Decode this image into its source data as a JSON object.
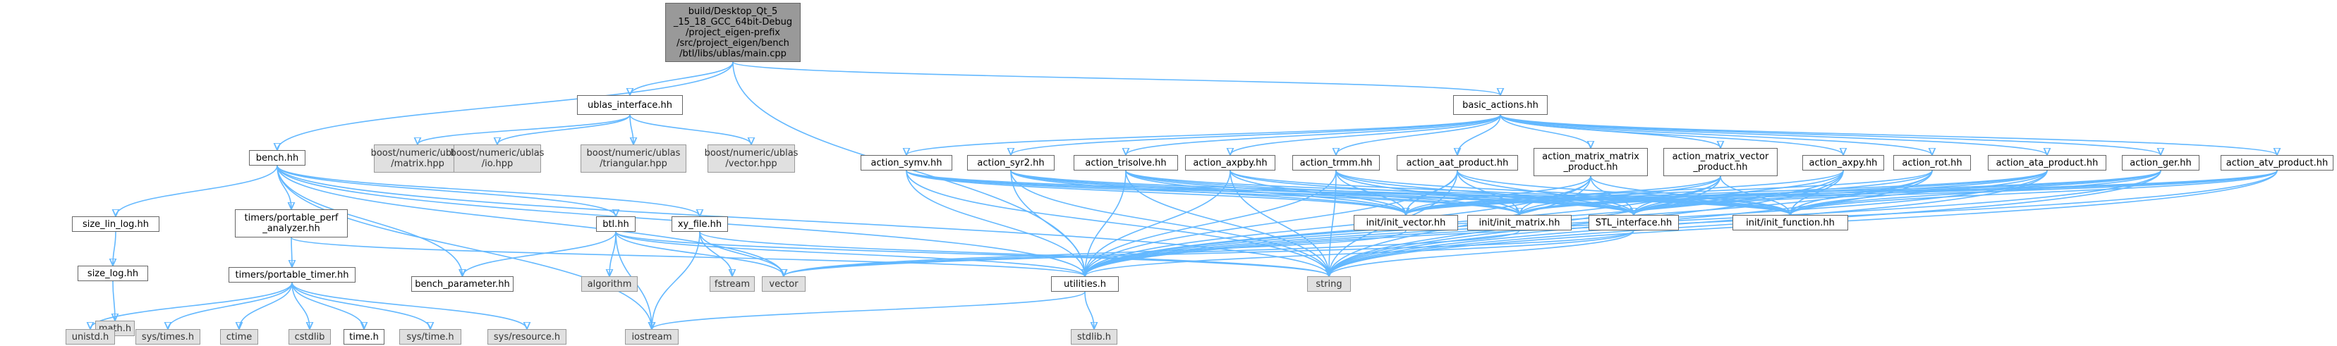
{
  "diagram": {
    "title": "",
    "nodes": [
      {
        "id": "main",
        "label": "build/Desktop_Qt_5\n_15_18_GCC_64bit-Debug\n/project_eigen-prefix\n/src/project_eigen/bench\n/btl/libs/ublas/main.cpp",
        "kind": "root"
      },
      {
        "id": "ublas_interface",
        "label": "ublas_interface.hh",
        "kind": "file"
      },
      {
        "id": "basic_actions",
        "label": "basic_actions.hh",
        "kind": "file"
      },
      {
        "id": "bench",
        "label": "bench.hh",
        "kind": "file"
      },
      {
        "id": "ub_matrix",
        "label": "boost/numeric/ublas\n/matrix.hpp",
        "kind": "external"
      },
      {
        "id": "ub_io",
        "label": "boost/numeric/ublas\n/io.hpp",
        "kind": "external"
      },
      {
        "id": "ub_triangular",
        "label": "boost/numeric/ublas\n/triangular.hpp",
        "kind": "external"
      },
      {
        "id": "ub_vector",
        "label": "boost/numeric/ublas\n/vector.hpp",
        "kind": "external"
      },
      {
        "id": "size_lin_log",
        "label": "size_lin_log.hh",
        "kind": "file"
      },
      {
        "id": "size_log",
        "label": "size_log.hh",
        "kind": "file"
      },
      {
        "id": "math_h",
        "label": "math.h",
        "kind": "external"
      },
      {
        "id": "portable_perf",
        "label": "timers/portable_perf\n_analyzer.hh",
        "kind": "file"
      },
      {
        "id": "portable_timer",
        "label": "timers/portable_timer.hh",
        "kind": "file"
      },
      {
        "id": "btl",
        "label": "btl.hh",
        "kind": "file"
      },
      {
        "id": "xy_file",
        "label": "xy_file.hh",
        "kind": "file"
      },
      {
        "id": "bench_parameter",
        "label": "bench_parameter.hh",
        "kind": "file"
      },
      {
        "id": "algorithm",
        "label": "algorithm",
        "kind": "external"
      },
      {
        "id": "fstream",
        "label": "fstream",
        "kind": "external"
      },
      {
        "id": "vector",
        "label": "vector",
        "kind": "external"
      },
      {
        "id": "utilities",
        "label": "utilities.h",
        "kind": "file"
      },
      {
        "id": "string",
        "label": "string",
        "kind": "external"
      },
      {
        "id": "iostream",
        "label": "iostream",
        "kind": "external"
      },
      {
        "id": "stdlib_h",
        "label": "stdlib.h",
        "kind": "external"
      },
      {
        "id": "unistd_h",
        "label": "unistd.h",
        "kind": "external"
      },
      {
        "id": "sys_times_h",
        "label": "sys/times.h",
        "kind": "external"
      },
      {
        "id": "ctime",
        "label": "ctime",
        "kind": "external"
      },
      {
        "id": "cstdlib",
        "label": "cstdlib",
        "kind": "external"
      },
      {
        "id": "time_h",
        "label": "time.h",
        "kind": "file"
      },
      {
        "id": "sys_time_h",
        "label": "sys/time.h",
        "kind": "external"
      },
      {
        "id": "sys_resource_h",
        "label": "sys/resource.h",
        "kind": "external"
      },
      {
        "id": "action_symv",
        "label": "action_symv.hh",
        "kind": "file"
      },
      {
        "id": "action_syr2",
        "label": "action_syr2.hh",
        "kind": "file"
      },
      {
        "id": "action_trisolve",
        "label": "action_trisolve.hh",
        "kind": "file"
      },
      {
        "id": "action_axpby",
        "label": "action_axpby.hh",
        "kind": "file"
      },
      {
        "id": "action_trmm",
        "label": "action_trmm.hh",
        "kind": "file"
      },
      {
        "id": "action_aat_product",
        "label": "action_aat_product.hh",
        "kind": "file"
      },
      {
        "id": "action_matrix_matrix",
        "label": "action_matrix_matrix\n_product.hh",
        "kind": "file"
      },
      {
        "id": "action_matrix_vector",
        "label": "action_matrix_vector\n_product.hh",
        "kind": "file"
      },
      {
        "id": "action_axpy",
        "label": "action_axpy.hh",
        "kind": "file"
      },
      {
        "id": "action_rot",
        "label": "action_rot.hh",
        "kind": "file"
      },
      {
        "id": "action_ata_product",
        "label": "action_ata_product.hh",
        "kind": "file"
      },
      {
        "id": "action_ger",
        "label": "action_ger.hh",
        "kind": "file"
      },
      {
        "id": "action_atv_product",
        "label": "action_atv_product.hh",
        "kind": "file"
      },
      {
        "id": "init_vector",
        "label": "init/init_vector.hh",
        "kind": "file"
      },
      {
        "id": "init_matrix",
        "label": "init/init_matrix.hh",
        "kind": "file"
      },
      {
        "id": "stl_interface",
        "label": "STL_interface.hh",
        "kind": "file"
      },
      {
        "id": "init_function",
        "label": "init/init_function.hh",
        "kind": "file"
      }
    ],
    "edges": [
      [
        "main",
        "bench"
      ],
      [
        "main",
        "ublas_interface"
      ],
      [
        "main",
        "basic_actions"
      ],
      [
        "main",
        "utilities"
      ],
      [
        "ublas_interface",
        "ub_matrix"
      ],
      [
        "ublas_interface",
        "ub_io"
      ],
      [
        "ublas_interface",
        "ub_triangular"
      ],
      [
        "ublas_interface",
        "ub_vector"
      ],
      [
        "bench",
        "size_lin_log"
      ],
      [
        "bench",
        "portable_perf"
      ],
      [
        "bench",
        "btl"
      ],
      [
        "bench",
        "xy_file"
      ],
      [
        "bench",
        "bench_parameter"
      ],
      [
        "bench",
        "utilities"
      ],
      [
        "bench",
        "string"
      ],
      [
        "bench",
        "iostream"
      ],
      [
        "bench",
        "vector"
      ],
      [
        "size_lin_log",
        "size_log"
      ],
      [
        "size_log",
        "math_h"
      ],
      [
        "portable_perf",
        "portable_timer"
      ],
      [
        "portable_perf",
        "utilities"
      ],
      [
        "portable_timer",
        "unistd_h"
      ],
      [
        "portable_timer",
        "sys_times_h"
      ],
      [
        "portable_timer",
        "ctime"
      ],
      [
        "portable_timer",
        "cstdlib"
      ],
      [
        "portable_timer",
        "time_h"
      ],
      [
        "portable_timer",
        "sys_time_h"
      ],
      [
        "portable_timer",
        "sys_resource_h"
      ],
      [
        "btl",
        "bench_parameter"
      ],
      [
        "btl",
        "algorithm"
      ],
      [
        "btl",
        "vector"
      ],
      [
        "btl",
        "string"
      ],
      [
        "btl",
        "utilities"
      ],
      [
        "btl",
        "iostream"
      ],
      [
        "xy_file",
        "fstream"
      ],
      [
        "xy_file",
        "iostream"
      ],
      [
        "xy_file",
        "string"
      ],
      [
        "xy_file",
        "vector"
      ],
      [
        "utilities",
        "stdlib_h"
      ],
      [
        "utilities",
        "iostream"
      ],
      [
        "basic_actions",
        "action_symv"
      ],
      [
        "basic_actions",
        "action_syr2"
      ],
      [
        "basic_actions",
        "action_trisolve"
      ],
      [
        "basic_actions",
        "action_axpby"
      ],
      [
        "basic_actions",
        "action_trmm"
      ],
      [
        "basic_actions",
        "action_aat_product"
      ],
      [
        "basic_actions",
        "action_matrix_matrix"
      ],
      [
        "basic_actions",
        "action_matrix_vector"
      ],
      [
        "basic_actions",
        "action_axpy"
      ],
      [
        "basic_actions",
        "action_rot"
      ],
      [
        "basic_actions",
        "action_ata_product"
      ],
      [
        "basic_actions",
        "action_ger"
      ],
      [
        "basic_actions",
        "action_atv_product"
      ],
      [
        "action_symv",
        "utilities"
      ],
      [
        "action_symv",
        "stl_interface"
      ],
      [
        "action_symv",
        "string"
      ],
      [
        "action_symv",
        "init_function"
      ],
      [
        "action_symv",
        "init_vector"
      ],
      [
        "action_symv",
        "init_matrix"
      ],
      [
        "action_syr2",
        "utilities"
      ],
      [
        "action_syr2",
        "stl_interface"
      ],
      [
        "action_syr2",
        "string"
      ],
      [
        "action_syr2",
        "init_function"
      ],
      [
        "action_syr2",
        "init_vector"
      ],
      [
        "action_syr2",
        "init_matrix"
      ],
      [
        "action_trisolve",
        "utilities"
      ],
      [
        "action_trisolve",
        "stl_interface"
      ],
      [
        "action_trisolve",
        "string"
      ],
      [
        "action_trisolve",
        "init_function"
      ],
      [
        "action_trisolve",
        "init_vector"
      ],
      [
        "action_trisolve",
        "init_matrix"
      ],
      [
        "action_axpby",
        "utilities"
      ],
      [
        "action_axpby",
        "stl_interface"
      ],
      [
        "action_axpby",
        "string"
      ],
      [
        "action_axpby",
        "init_function"
      ],
      [
        "action_axpby",
        "init_vector"
      ],
      [
        "action_trmm",
        "utilities"
      ],
      [
        "action_trmm",
        "stl_interface"
      ],
      [
        "action_trmm",
        "string"
      ],
      [
        "action_trmm",
        "init_function"
      ],
      [
        "action_trmm",
        "init_vector"
      ],
      [
        "action_trmm",
        "init_matrix"
      ],
      [
        "action_aat_product",
        "utilities"
      ],
      [
        "action_aat_product",
        "stl_interface"
      ],
      [
        "action_aat_product",
        "string"
      ],
      [
        "action_aat_product",
        "init_function"
      ],
      [
        "action_aat_product",
        "init_vector"
      ],
      [
        "action_aat_product",
        "init_matrix"
      ],
      [
        "action_matrix_matrix",
        "utilities"
      ],
      [
        "action_matrix_matrix",
        "stl_interface"
      ],
      [
        "action_matrix_matrix",
        "string"
      ],
      [
        "action_matrix_matrix",
        "init_function"
      ],
      [
        "action_matrix_matrix",
        "init_vector"
      ],
      [
        "action_matrix_matrix",
        "init_matrix"
      ],
      [
        "action_matrix_vector",
        "utilities"
      ],
      [
        "action_matrix_vector",
        "stl_interface"
      ],
      [
        "action_matrix_vector",
        "string"
      ],
      [
        "action_matrix_vector",
        "init_function"
      ],
      [
        "action_matrix_vector",
        "init_vector"
      ],
      [
        "action_matrix_vector",
        "init_matrix"
      ],
      [
        "action_axpy",
        "utilities"
      ],
      [
        "action_axpy",
        "stl_interface"
      ],
      [
        "action_axpy",
        "string"
      ],
      [
        "action_axpy",
        "init_function"
      ],
      [
        "action_axpy",
        "init_vector"
      ],
      [
        "action_rot",
        "utilities"
      ],
      [
        "action_rot",
        "stl_interface"
      ],
      [
        "action_rot",
        "string"
      ],
      [
        "action_rot",
        "init_function"
      ],
      [
        "action_rot",
        "init_vector"
      ],
      [
        "action_ata_product",
        "utilities"
      ],
      [
        "action_ata_product",
        "stl_interface"
      ],
      [
        "action_ata_product",
        "string"
      ],
      [
        "action_ata_product",
        "init_function"
      ],
      [
        "action_ata_product",
        "init_vector"
      ],
      [
        "action_ata_product",
        "init_matrix"
      ],
      [
        "action_ger",
        "utilities"
      ],
      [
        "action_ger",
        "stl_interface"
      ],
      [
        "action_ger",
        "string"
      ],
      [
        "action_ger",
        "init_function"
      ],
      [
        "action_ger",
        "init_vector"
      ],
      [
        "action_ger",
        "init_matrix"
      ],
      [
        "action_atv_product",
        "utilities"
      ],
      [
        "action_atv_product",
        "stl_interface"
      ],
      [
        "action_atv_product",
        "string"
      ],
      [
        "action_atv_product",
        "init_function"
      ],
      [
        "action_atv_product",
        "init_vector"
      ],
      [
        "action_atv_product",
        "init_matrix"
      ],
      [
        "stl_interface",
        "utilities"
      ],
      [
        "stl_interface",
        "string"
      ],
      [
        "stl_interface",
        "vector"
      ],
      [
        "init_vector",
        "vector"
      ],
      [
        "init_matrix",
        "vector"
      ]
    ]
  },
  "colors": {
    "edge": "#63b8ff",
    "node_border": "#666666",
    "node_fill": "#ffffff",
    "external_fill": "#e0e0e0",
    "root_fill": "#999999"
  }
}
